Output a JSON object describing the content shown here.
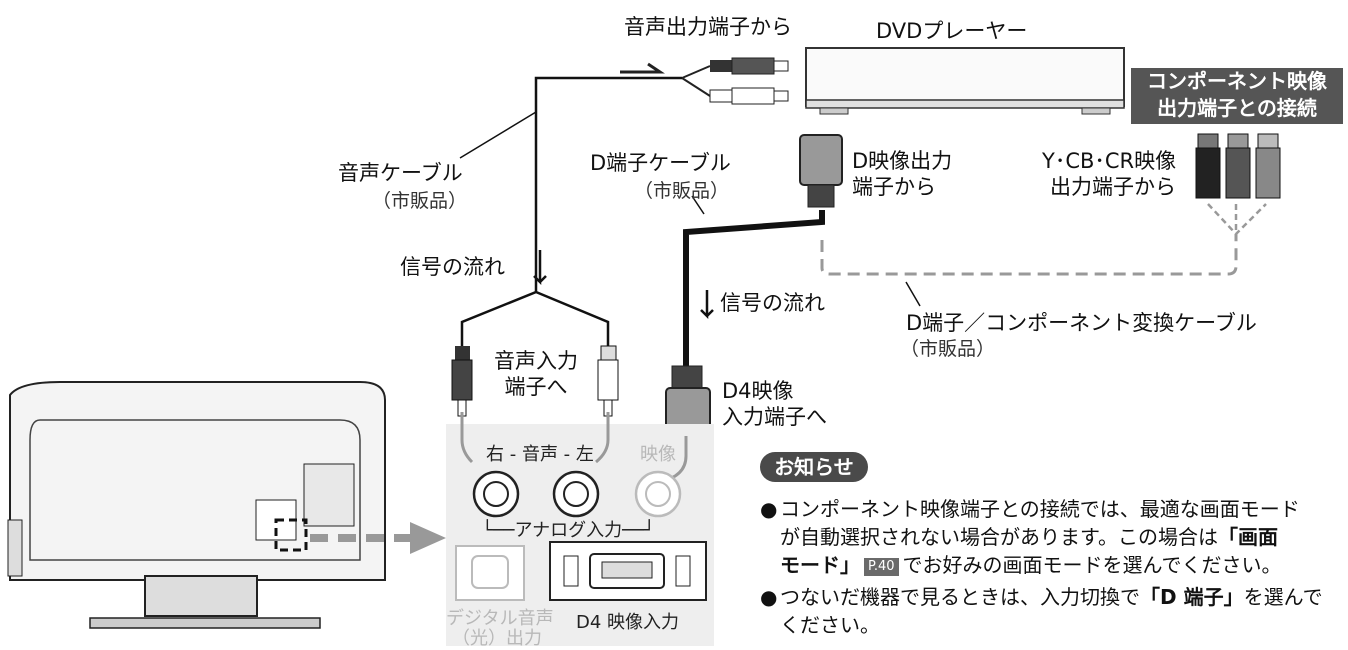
{
  "labels": {
    "audio_out": "音声出力端子から",
    "dvd_player": "DVDプレーヤー",
    "component_header_line1": "コンポーネント映像",
    "component_header_line2": "出力端子との接続",
    "audio_cable": "音声ケーブル",
    "audio_cable_note": "（市販品）",
    "d_cable": "D端子ケーブル",
    "d_cable_note": "（市販品）",
    "d_video_out_line1": "D映像出力",
    "d_video_out_line2": "端子から",
    "ycbcr_out_line1": "Y･CB･CR映像",
    "ycbcr_out_line2": "出力端子から",
    "signal_flow_left": "信号の流れ",
    "signal_flow_right": "信号の流れ",
    "d_component_cable": "D端子／コンポーネント変換ケーブル",
    "d_component_cable_note": "（市販品）",
    "audio_in_line1": "音声入力",
    "audio_in_line2": "端子へ",
    "d4_in_line1": "D4映像",
    "d4_in_line2": "入力端子へ"
  },
  "panel": {
    "audio_lr": "右 - 音声 - 左",
    "video": "映像",
    "analog_input": "└──アナログ入力──┘",
    "digital_audio_line1": "デジタル音声",
    "digital_audio_line2": "（光）出力",
    "d4_input": "D4 映像入力"
  },
  "notice": {
    "title": "お知らせ",
    "bullet": "●",
    "n1_line1": "コンポーネント映像端子との接続では、最適な画面モード",
    "n1_line2_a": "が自動選択されない場合があります。この場合は",
    "n1_line2_b": "「画面",
    "n1_line3_a": "モード」",
    "n1_ref": "P.40",
    "n1_line3_b": "でお好みの画面モードを選んでください。",
    "n2_line1_a": "つないだ機器で見るときは、入力切換で",
    "n2_line1_b": "「D 端子」",
    "n2_line1_c": "を選んで",
    "n2_line2": "ください。"
  }
}
